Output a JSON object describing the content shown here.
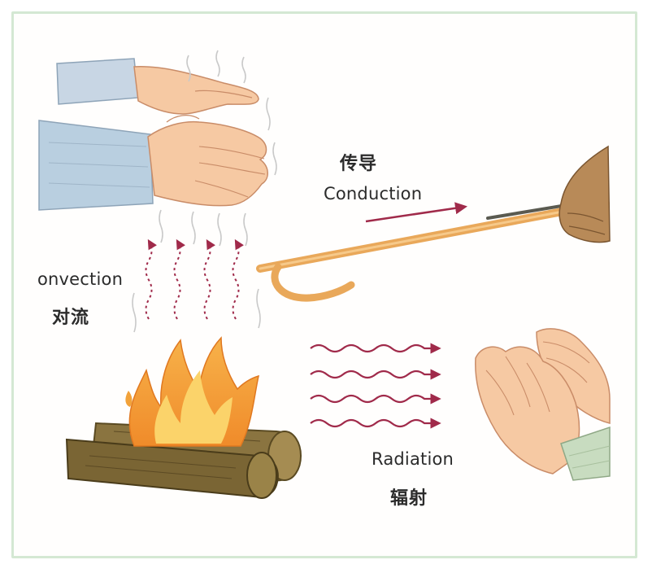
{
  "labels": {
    "conduction_zh": "传导",
    "conduction_en": "Conduction",
    "convection_en": "onvection",
    "convection_zh": "对流",
    "radiation_en": "Radiation",
    "radiation_zh": "辐射"
  },
  "colors": {
    "frame_border": "#d4e8d3",
    "arrow": "#a02a4a",
    "flame_outer": "#f2a23a",
    "flame_inner": "#fbd36a",
    "log": "#6e5a2c",
    "skin": "#f6c9a3",
    "sleeve_blue": "#b9cfe0",
    "sleeve_green": "#c8dcc0",
    "rod": "#e9a85a"
  },
  "icons": [
    "hand-icon",
    "fire-icon",
    "log-icon",
    "rod-icon",
    "wavy-arrow-icon"
  ]
}
